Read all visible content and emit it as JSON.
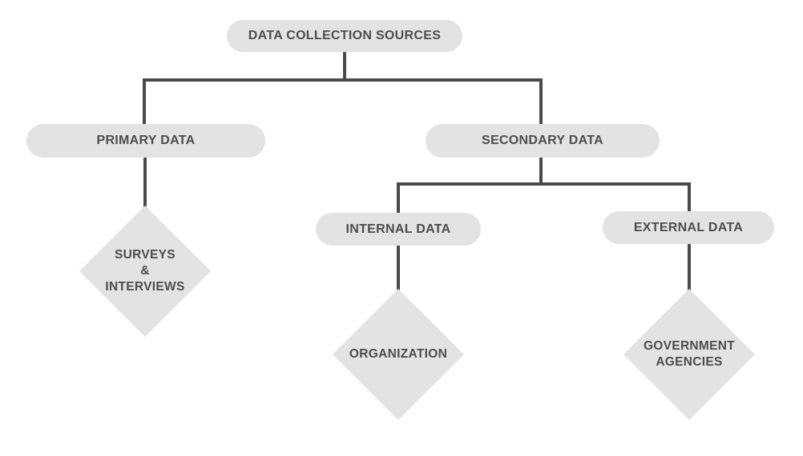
{
  "diagram": {
    "type": "flowchart",
    "colors": {
      "background": "#ffffff",
      "node_fill": "#e3e3e3",
      "text": "#4d4d4d",
      "connector": "#4a4a4a"
    },
    "nodes": {
      "root": {
        "label": "DATA COLLECTION SOURCES",
        "shape": "pill"
      },
      "primary": {
        "label": "PRIMARY DATA",
        "shape": "pill"
      },
      "secondary": {
        "label": "SECONDARY DATA",
        "shape": "pill"
      },
      "internal": {
        "label": "INTERNAL DATA",
        "shape": "pill"
      },
      "external": {
        "label": "EXTERNAL DATA",
        "shape": "pill"
      },
      "surveys": {
        "label": "SURVEYS\n&\nINTERVIEWS",
        "shape": "diamond"
      },
      "organization": {
        "label": "ORGANIZATION",
        "shape": "diamond"
      },
      "government": {
        "label": "GOVERNMENT\nAGENCIES",
        "shape": "diamond"
      }
    },
    "edges": [
      {
        "from": "root",
        "to": "primary"
      },
      {
        "from": "root",
        "to": "secondary"
      },
      {
        "from": "primary",
        "to": "surveys"
      },
      {
        "from": "secondary",
        "to": "internal"
      },
      {
        "from": "secondary",
        "to": "external"
      },
      {
        "from": "internal",
        "to": "organization"
      },
      {
        "from": "external",
        "to": "government"
      }
    ]
  }
}
